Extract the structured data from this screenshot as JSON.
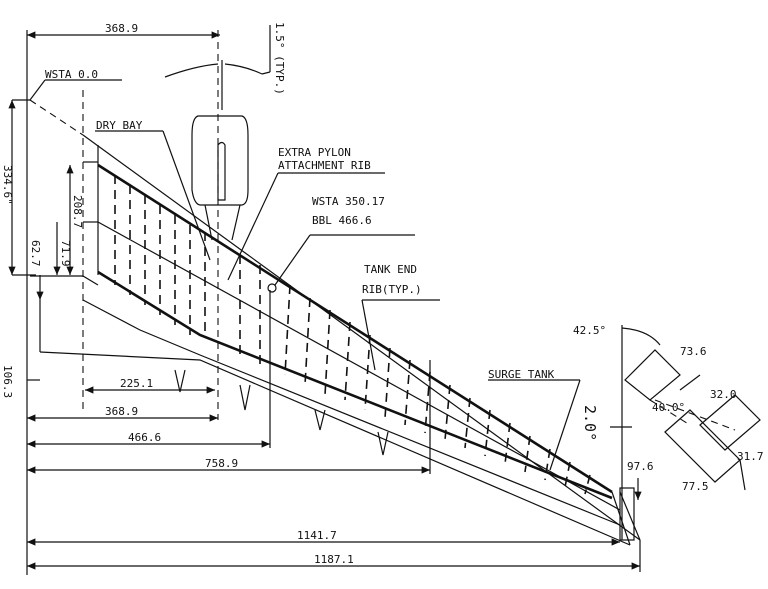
{
  "labels": {
    "wsta_origin": "WSTA 0.0",
    "dry_bay": "DRY BAY",
    "extra_pylon_1": "EXTRA PYLON",
    "extra_pylon_2": "ATTACHMENT RIB",
    "wsta_350": "WSTA 350.17",
    "bbl": "BBL 466.6",
    "tank_end_1": "TANK END",
    "tank_end_2": "RIB(TYP.)",
    "surge_tank": "SURGE TANK",
    "angle_typ": "1.5° (TYP.)",
    "angle_42": "42.5°",
    "angle_40": "40.0°",
    "angle_2": "2.0°"
  },
  "dimensions": {
    "top_368": "368.9",
    "v_334": "334.6\"",
    "v_208": "208.7",
    "v_71": "71.9",
    "v_62": "62.7",
    "v_106": "106.3",
    "h_225": "225.1",
    "h_368": "368.9",
    "h_466": "466.6",
    "h_758": "758.9",
    "h_1141": "1141.7",
    "h_1187": "1187.1",
    "d_73": "73.6",
    "d_32": "32.0",
    "d_31": "31.7",
    "d_77": "77.5",
    "d_97": "97.6"
  }
}
